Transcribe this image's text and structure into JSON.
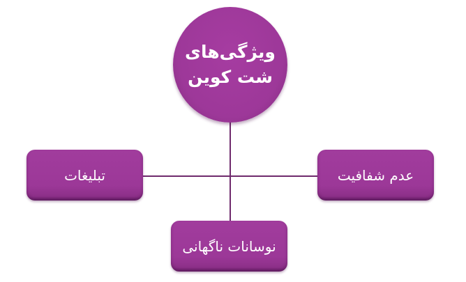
{
  "diagram": {
    "type": "mind-map",
    "colors": {
      "node_fill": "#9c3898",
      "node_shadow": "#6f2370",
      "connector": "#6e2a6c",
      "text": "#ffffff",
      "background": "#ffffff"
    },
    "center": {
      "lines": [
        "ویژگی‌های",
        "شت کوین"
      ]
    },
    "nodes": {
      "left": {
        "label": "تبلیغات"
      },
      "right": {
        "label": "عدم شفافیت"
      },
      "bottom": {
        "label": "نوسانات ناگهانی"
      }
    }
  }
}
